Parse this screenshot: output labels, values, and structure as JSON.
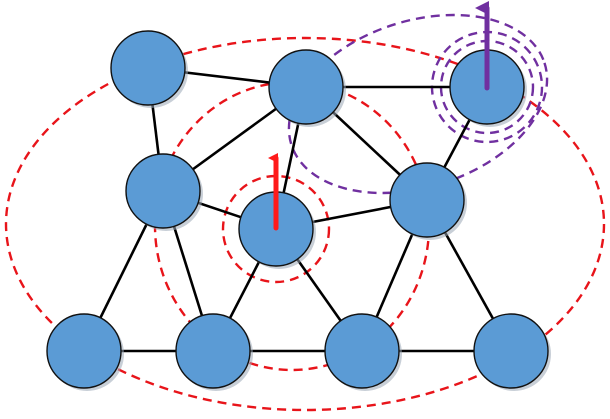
{
  "colors": {
    "background": "#ffffff",
    "node_fill": "#5b9bd5",
    "node_stroke": "#111111",
    "edge": "#000000",
    "red_region": "#e8141a",
    "purple_region": "#7030a0",
    "red_arrow": "#ff1a1a",
    "purple_arrow": "#7030a0"
  },
  "diagram": {
    "type": "graph",
    "nodes": [
      "n1",
      "n2",
      "n3",
      "n4",
      "n5",
      "n6",
      "n7",
      "n8",
      "n9",
      "n10"
    ],
    "edges": [
      [
        "n1",
        "n2"
      ],
      [
        "n1",
        "n4"
      ],
      [
        "n2",
        "n3"
      ],
      [
        "n2",
        "n4"
      ],
      [
        "n2",
        "n5"
      ],
      [
        "n2",
        "n6"
      ],
      [
        "n3",
        "n6"
      ],
      [
        "n4",
        "n5"
      ],
      [
        "n4",
        "n7"
      ],
      [
        "n4",
        "n8"
      ],
      [
        "n5",
        "n6"
      ],
      [
        "n5",
        "n8"
      ],
      [
        "n5",
        "n9"
      ],
      [
        "n6",
        "n9"
      ],
      [
        "n6",
        "n10"
      ],
      [
        "n7",
        "n8"
      ],
      [
        "n8",
        "n9"
      ],
      [
        "n9",
        "n10"
      ]
    ],
    "highlighted_nodes": [
      {
        "node": "n5",
        "color": "red",
        "arrow": "up",
        "regions": [
          "small-ring",
          "medium-ellipse",
          "large-ellipse"
        ]
      },
      {
        "node": "n3",
        "color": "purple",
        "arrow": "up",
        "regions": [
          "double-ring",
          "tilted-ellipse"
        ]
      }
    ],
    "icons": {
      "red_marker": "up-arrow-icon",
      "purple_marker": "up-arrow-icon"
    }
  }
}
